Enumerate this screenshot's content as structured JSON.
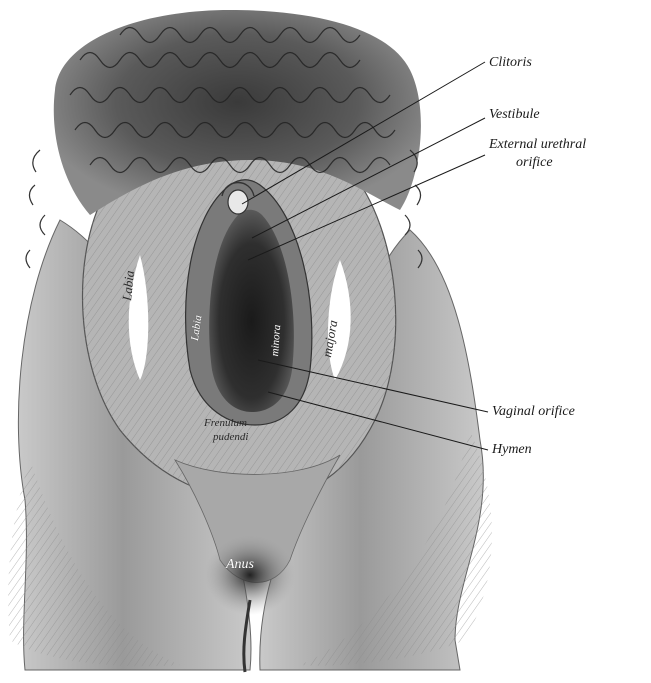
{
  "colors": {
    "ink": "#1a1a1a",
    "paper": "#ffffff",
    "shade": "#6b6b6b"
  },
  "callouts": {
    "clitoris": "Clitoris",
    "vestibule": "Vestibule",
    "urethral_line1": "External urethral",
    "urethral_line2": "orifice",
    "vaginal_orifice": "Vaginal orifice",
    "hymen": "Hymen"
  },
  "inner_labels": {
    "labia": "Labia",
    "majora": "majora",
    "labia_minora_1": "Labia",
    "labia_minora_2": "minora",
    "frenulum_1": "Frenulum",
    "frenulum_2": "pudendi",
    "anus": "Anus"
  }
}
